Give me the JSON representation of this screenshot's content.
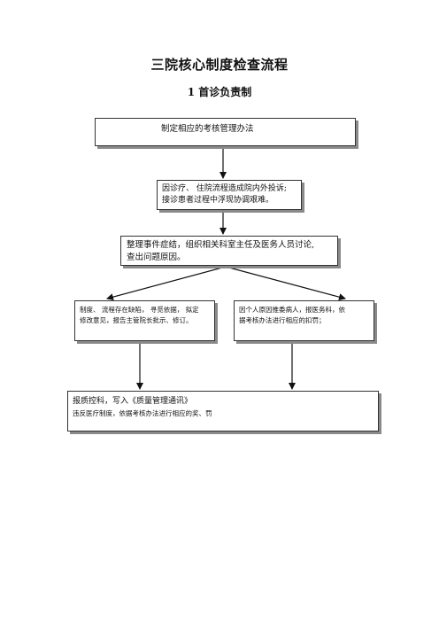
{
  "title": "三院核心制度检查流程",
  "subtitle": "1 首诊负责制",
  "flow": {
    "box1": "制定相应的考核管理办法",
    "box2": [
      "因诊疗、 住院流程造成院内外投诉;",
      "接诊患者过程中浮现协调艰难。"
    ],
    "box3": [
      "整理事件症结，组织相关科室主任及医务人员讨论,",
      "查出问题原因。"
    ],
    "box4": [
      "制度、 流程存在缺陷， 寻觅依据， 拟定",
      "修改意见，报告主管院长批示、修订。"
    ],
    "box5": [
      "因个人原因推委病人，报医务科，依",
      "据考核办法进行相应的扣罚；"
    ],
    "box6": [
      "报质控科，写入《质量管理通讯》",
      "违反医疗制度，依据考核办法进行相应的奖、罚"
    ]
  }
}
